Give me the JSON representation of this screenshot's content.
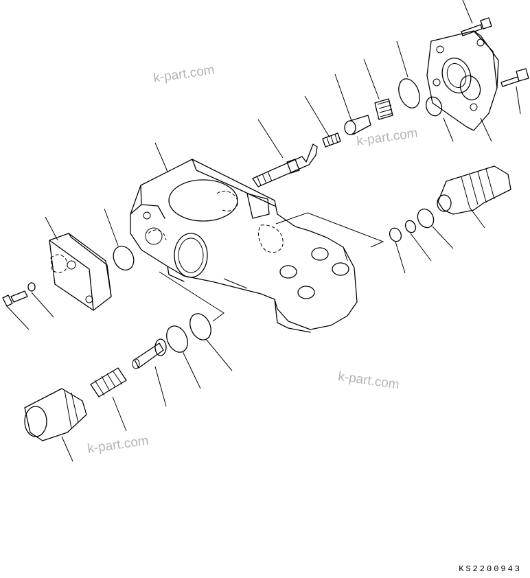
{
  "watermarks": [
    "k-part.com",
    "k-part.com",
    "k-part.com",
    "k-part.com"
  ],
  "drawing_code": "KS2200943"
}
